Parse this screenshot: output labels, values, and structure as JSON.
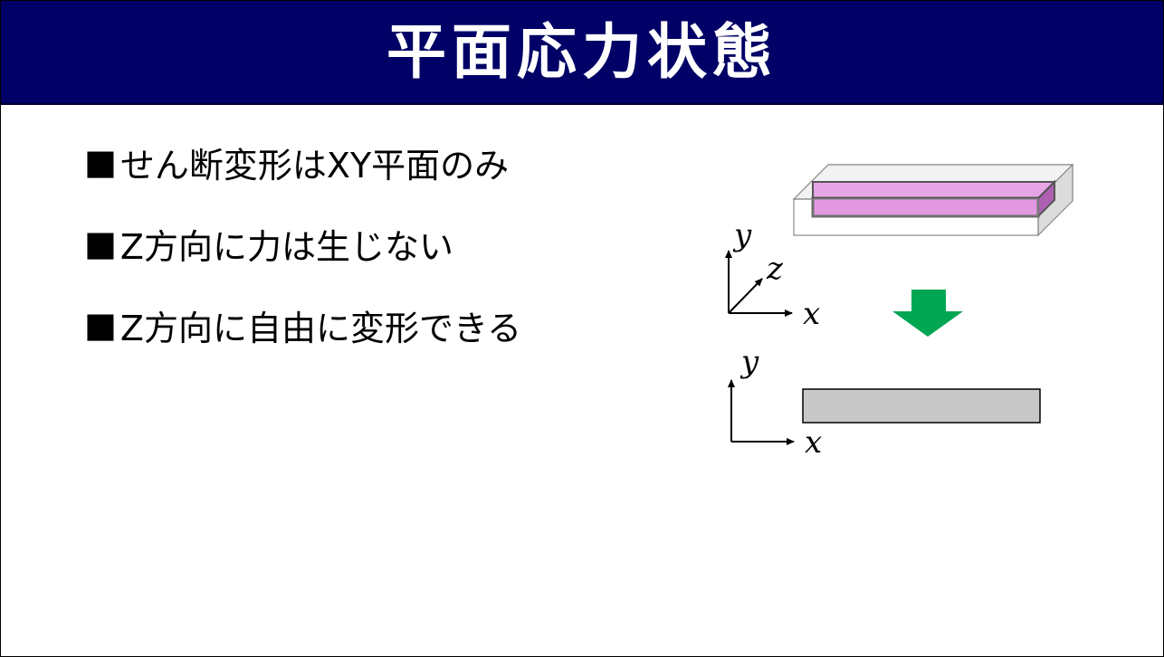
{
  "slide": {
    "title": "平面応力状態",
    "bullet_marker": "■",
    "bullets": [
      "せん断変形はXY平面のみ",
      "Z方向に力は生じない",
      "Z方向に自由に変形できる"
    ]
  },
  "diagram": {
    "top_axes": {
      "y_label": "y",
      "z_label": "z",
      "x_label": "x"
    },
    "bottom_axes": {
      "y_label": "y",
      "x_label": "x"
    },
    "colors": {
      "title_bar": "#000066",
      "plate_fill": "#dd88dd",
      "box_fill": "#e8e8e8",
      "arrow": "#00a651",
      "plane_fill": "#c8c8c8"
    }
  }
}
